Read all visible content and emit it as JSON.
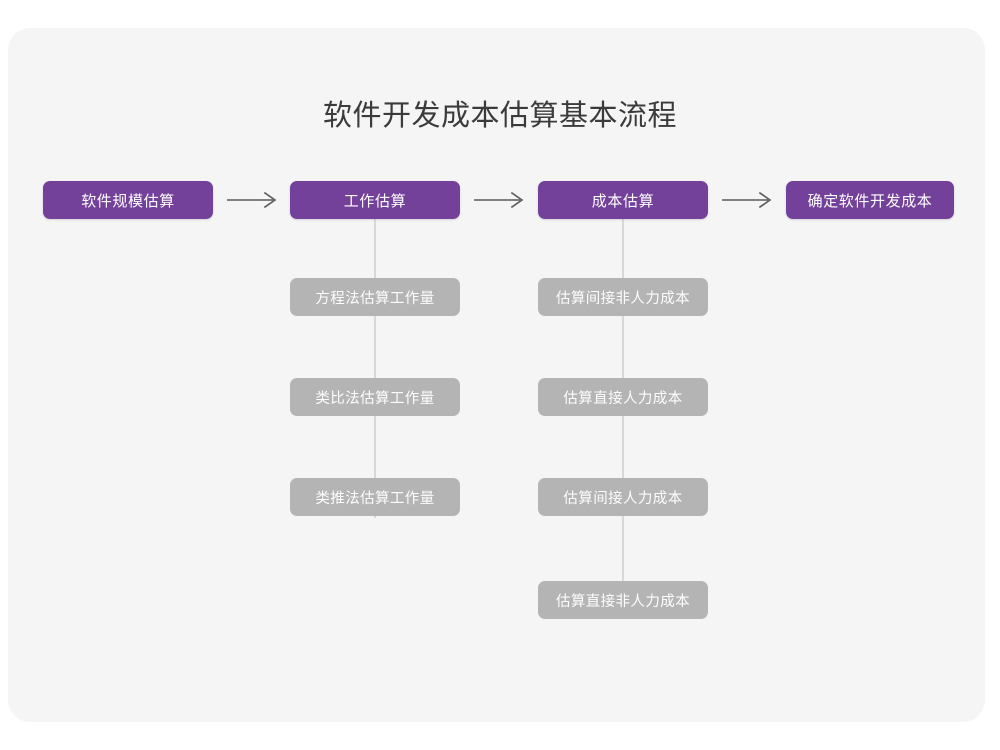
{
  "page": {
    "title": "软件开发成本估算基本流程",
    "background_color": "#ffffff",
    "card_color": "#f5f5f5"
  },
  "colors": {
    "primary": "#74419a",
    "secondary": "#b4b4b4",
    "title_text": "#3b3b3b",
    "node_text": "#ffffff",
    "connector": "#d8d8d8",
    "arrow": "#5a5a5a"
  },
  "diagram": {
    "type": "flowchart",
    "orientation": "horizontal-with-vertical-substeps",
    "main_steps": [
      {
        "id": "step1",
        "label": "软件规模估算",
        "kind": "primary"
      },
      {
        "id": "step2",
        "label": "工作估算",
        "kind": "primary"
      },
      {
        "id": "step3",
        "label": "成本估算",
        "kind": "primary"
      },
      {
        "id": "step4",
        "label": "确定软件开发成本",
        "kind": "primary"
      }
    ],
    "arrows": [
      {
        "id": "arrow1",
        "from": "step1",
        "to": "step2",
        "glyph": "arrow-right-icon"
      },
      {
        "id": "arrow2",
        "from": "step2",
        "to": "step3",
        "glyph": "arrow-right-icon"
      },
      {
        "id": "arrow3",
        "from": "step3",
        "to": "step4",
        "glyph": "arrow-right-icon"
      }
    ],
    "sub_steps_effort": {
      "parent": "step2",
      "items": [
        {
          "id": "effort1",
          "label": "方程法估算工作量",
          "kind": "secondary"
        },
        {
          "id": "effort2",
          "label": "类比法估算工作量",
          "kind": "secondary"
        },
        {
          "id": "effort3",
          "label": "类推法估算工作量",
          "kind": "secondary"
        }
      ]
    },
    "sub_steps_cost": {
      "parent": "step3",
      "items": [
        {
          "id": "cost1",
          "label": "估算间接非人力成本",
          "kind": "secondary"
        },
        {
          "id": "cost2",
          "label": "估算直接人力成本",
          "kind": "secondary"
        },
        {
          "id": "cost3",
          "label": "估算间接人力成本",
          "kind": "secondary"
        },
        {
          "id": "cost4",
          "label": "估算直接非人力成本",
          "kind": "secondary"
        }
      ]
    }
  }
}
